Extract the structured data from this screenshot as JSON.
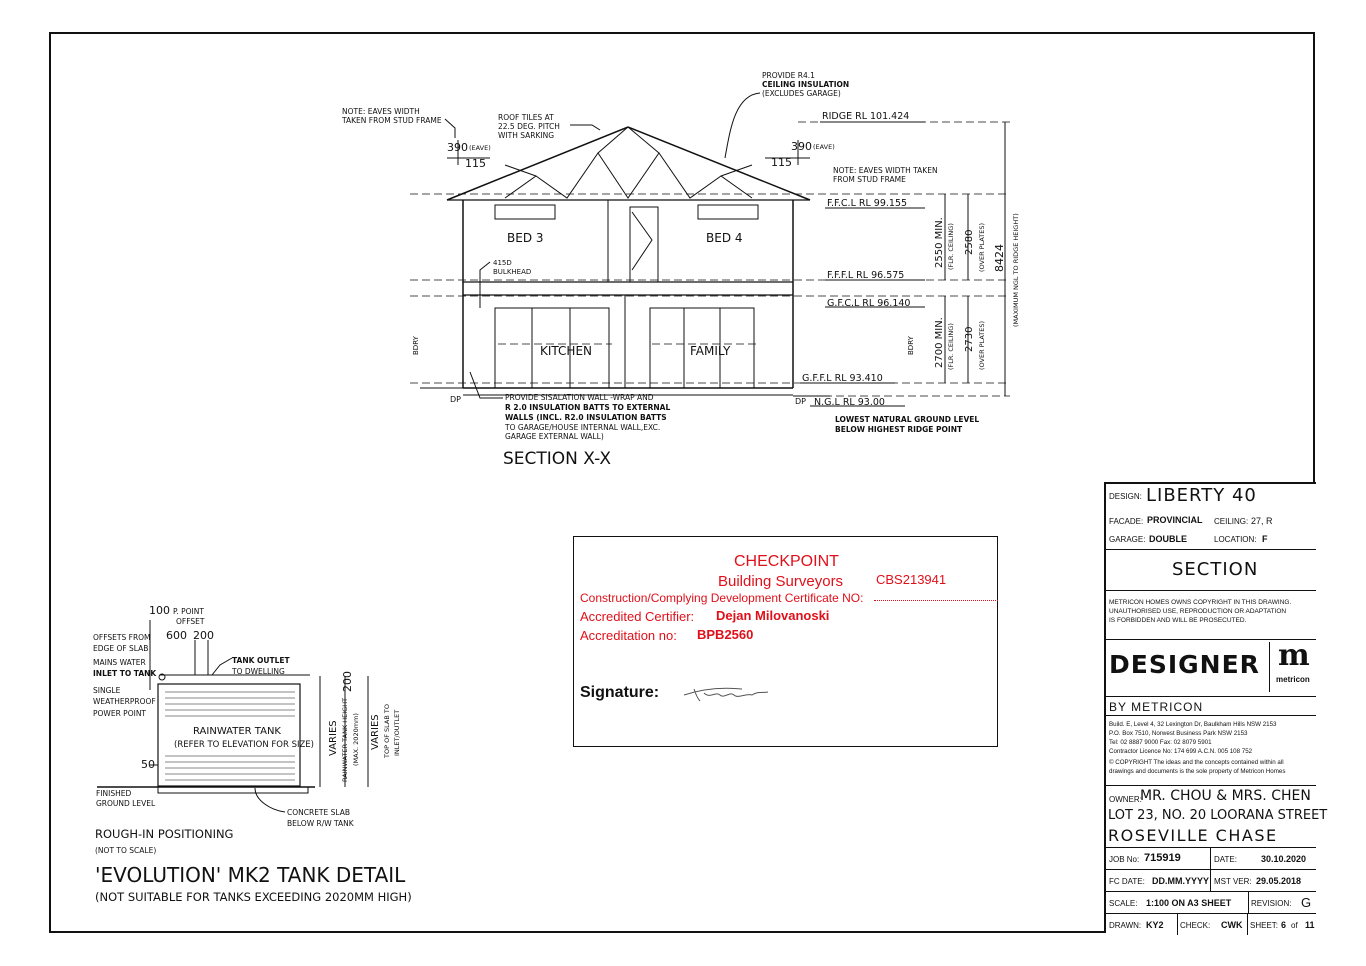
{
  "section": {
    "title": "SECTION X-X",
    "notes": {
      "eaves_left_1": "NOTE: EAVES WIDTH",
      "eaves_left_2": "TAKEN FROM STUD FRAME",
      "roof_1": "ROOF TILES AT",
      "roof_2": "22.5 DEG. PITCH",
      "roof_3": "WITH SARKING",
      "provide_1": "PROVIDE R4.1",
      "provide_2": "CEILING INSULATION",
      "provide_3": "(EXCLUDES GARAGE)",
      "eaves_right_1": "NOTE: EAVES WIDTH TAKEN",
      "eaves_right_2": "FROM STUD FRAME",
      "bulkhead_1": "415D",
      "bulkhead_2": "BULKHEAD",
      "sisalation_1": "PROVIDE SISALATION WALL -WRAP AND",
      "sisalation_2": "R 2.0 INSULATION BATTS TO EXTERNAL",
      "sisalation_3": "WALLS (INCL. R2.0 INSULATION BATTS",
      "sisalation_4": "TO GARAGE/HOUSE INTERNAL WALL,EXC.",
      "sisalation_5": "GARAGE EXTERNAL WALL)",
      "lowest_1": "LOWEST NATURAL GROUND LEVEL",
      "lowest_2": "BELOW HIGHEST RIDGE POINT"
    },
    "eave_left": "390",
    "eave_left_unit": "(EAVE)",
    "eave_left_sub": "115",
    "eave_right": "390",
    "eave_right_unit": "(EAVE)",
    "eave_right_sub": "115",
    "rooms": {
      "bed3": "BED 3",
      "bed4": "BED 4",
      "kitchen": "KITCHEN",
      "family": "FAMILY"
    },
    "levels": {
      "ridge": "RIDGE RL 101.424",
      "ffcl": "F.F.C.L RL 99.155",
      "fffl": "F.F.F.L RL 96.575",
      "gfcl": "G.F.C.L RL 96.140",
      "gffl": "G.F.F.L RL 93.410",
      "ngl": "N.G.L RL 93.00"
    },
    "dims": {
      "d2550": "2550 MIN.",
      "d2550_sub": "(FLR. CEILING)",
      "d2580": "2580",
      "d2580_sub": "(OVER PLATES)",
      "d8424": "8424",
      "d8424_sub": "(MAXIMUM NGL TO RIDGE HEIGHT)",
      "d2700": "2700 MIN.",
      "d2700_sub": "(FLR. CEILING)",
      "d2730": "2730",
      "d2730_sub": "(OVER PLATES)",
      "bdry": "BDRY",
      "dp": "DP"
    }
  },
  "tank": {
    "p_point": "100",
    "p_point_label": "P. POINT",
    "offset_label": "OFFSET",
    "d600": "600",
    "d200": "200",
    "offsets_1": "OFFSETS FROM",
    "offsets_2": "EDGE OF SLAB",
    "mains_1": "MAINS WATER",
    "mains_2": "INLET TO TANK",
    "outlet_1": "TANK OUTLET",
    "outlet_2": "TO DWELLING",
    "single_1": "SINGLE",
    "single_2": "WEATHERPROOF",
    "single_3": "POWER POINT",
    "tank_1": "RAINWATER TANK",
    "tank_2": "(REFER TO ELEVATION FOR SIZE)",
    "d50": "50",
    "d200v": "200",
    "varies": "VARIES",
    "height_1": "RAINWATER TANK HEIGHT",
    "height_2": "(MAX. 2020mm)",
    "top_1": "TOP OF SLAB TO",
    "top_2": "INLET/OUTLET",
    "finished_1": "FINISHED",
    "finished_2": "GROUND LEVEL",
    "concrete_1": "CONCRETE SLAB",
    "concrete_2": "BELOW R/W TANK",
    "rough": "ROUGH-IN POSITIONING",
    "not_scale": "(NOT TO SCALE)",
    "title": "'EVOLUTION' MK2 TANK DETAIL",
    "subtitle": "(NOT SUITABLE FOR TANKS EXCEEDING 2020MM HIGH)"
  },
  "checkpoint": {
    "name": "CHECKPOINT",
    "surveyors": "Building Surveyors",
    "cbs": "CBS213941",
    "cert_label": "Construction/Complying Development Certificate NO:",
    "certifier_label": "Accredited Certifier:",
    "certifier": "Dejan Milovanoski",
    "accreditation_label": "Accreditation no:",
    "accreditation": "BPB2560",
    "signature_label": "Signature:"
  },
  "title_block": {
    "design_label": "DESIGN:",
    "design": "LIBERTY 40",
    "facade_label": "FACADE:",
    "facade": "PROVINCIAL",
    "ceiling_label": "CEILING:",
    "ceiling": "27, R",
    "garage_label": "GARAGE:",
    "garage": "DOUBLE",
    "location_label": "LOCATION:",
    "location": "F",
    "sheet_title": "SECTION",
    "copyright_1": "METRICON HOMES OWNS COPYRIGHT IN THIS DRAWING.",
    "copyright_2": "UNAUTHORISED USE, REPRODUCTION OR ADAPTATION",
    "copyright_3": "IS FORBIDDEN AND WILL BE PROSECUTED.",
    "brand": "DESIGNER",
    "brand_mark": "m",
    "brand_mark_sub": "metricon",
    "by": "BY METRICON",
    "addr_1": "Build. E, Level 4, 32 Lexington Dr, Baulkham Hills NSW 2153",
    "addr_2": "P.O. Box 7510, Norwest Business Park NSW 2153",
    "addr_3": "Tel: 02 8887 9000     Fax: 02 8079 5901",
    "addr_4": "Contractor Licence No: 174 699 A.C.N. 005 108 752",
    "addr_5": "© COPYRIGHT The ideas and the concepts contained within all",
    "addr_6": "drawings and documents is the sole property of Metricon Homes",
    "owner_label": "OWNER:",
    "owner": "MR. CHOU & MRS. CHEN",
    "lot": "LOT 23, NO. 20 LOORANA STREET",
    "suburb": "ROSEVILLE CHASE",
    "job_label": "JOB No:",
    "job": "715919",
    "date_label": "DATE:",
    "date": "30.10.2020",
    "fc_label": "FC DATE:",
    "fc": "DD.MM.YYYY",
    "mst_label": "MST VER:",
    "mst": "29.05.2018",
    "scale_label": "SCALE:",
    "scale": "1:100 ON A3 SHEET",
    "revision_label": "REVISION:",
    "revision": "G",
    "drawn_label": "DRAWN:",
    "drawn": "KY2",
    "check_label": "CHECK:",
    "check": "CWK",
    "sheet_label": "SHEET:",
    "sheet": "6",
    "of": "of",
    "sheets": "11"
  }
}
